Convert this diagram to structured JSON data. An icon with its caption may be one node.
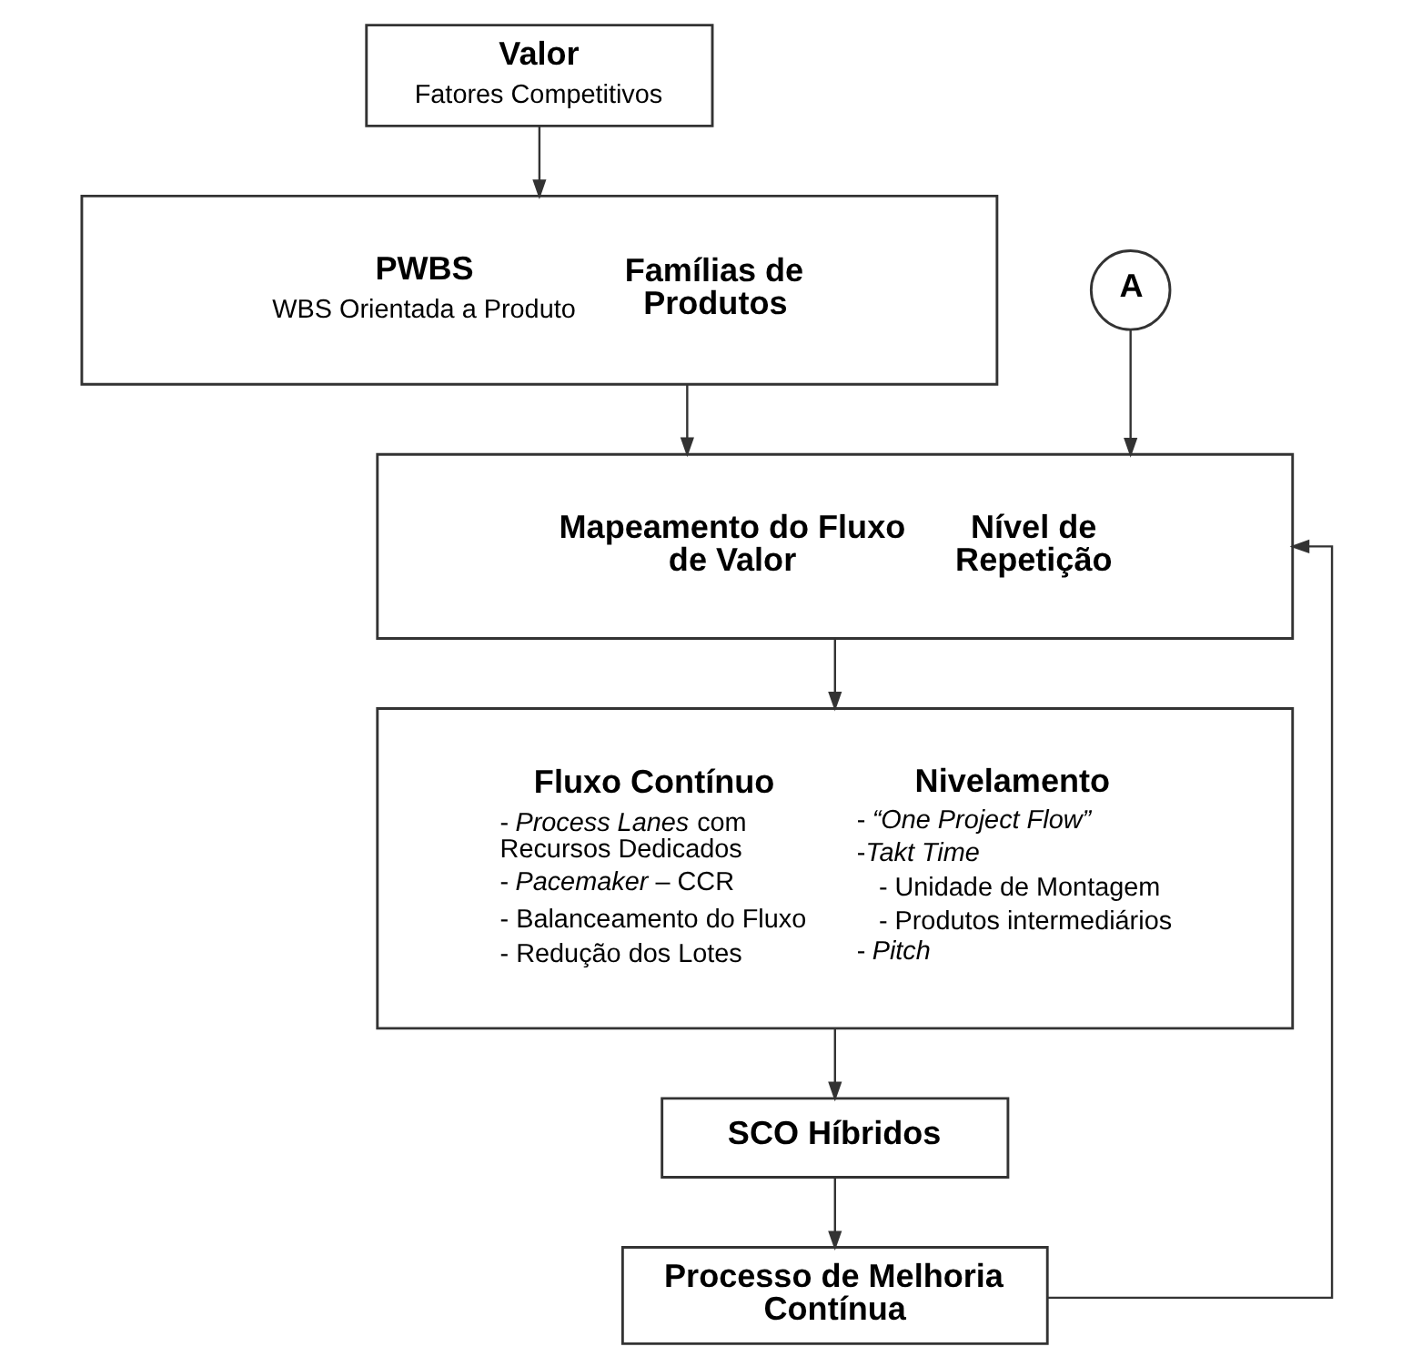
{
  "diagram": {
    "nodes": [
      {
        "text": [
          "Valor",
          "Fatores Competitivos"
        ]
      },
      {
        "text": [
          "PWBS",
          "WBS Orientada a Produto",
          "Famílias de Produtos"
        ]
      },
      {
        "text": [
          "A"
        ]
      },
      {
        "text": [
          "Mapeamento do Fluxo de Valor",
          "Nível de Repetição"
        ]
      },
      {
        "text": [
          "Fluxo Contínuo",
          "- *Process Lanes* com Recursos Dedicados",
          "- *Pacemaker* – CCR",
          "- Balanceamento do Fluxo",
          "- Redução dos Lotes",
          "Nivelamento",
          "- *“One Project Flow”*",
          "-*Takt Time*",
          "- Unidade de Montagem",
          "- Produtos intermediários",
          "- *Pitch*"
        ]
      },
      {
        "text": [
          "SCO Híbridos"
        ]
      },
      {
        "text": [
          "Processo de Melhoria Contínua"
        ]
      }
    ],
    "edges": [
      {
        "from": 0,
        "to": 1,
        "arrow": "to"
      },
      {
        "from": 1,
        "to": 3,
        "arrow": "to"
      },
      {
        "from": 2,
        "to": 3,
        "arrow": "to"
      },
      {
        "from": 3,
        "to": 4,
        "arrow": "to"
      },
      {
        "from": 4,
        "to": 5,
        "arrow": "to"
      },
      {
        "from": 5,
        "to": 6,
        "arrow": "to"
      },
      {
        "from": 6,
        "to": 3,
        "arrow": "to"
      }
    ]
  }
}
